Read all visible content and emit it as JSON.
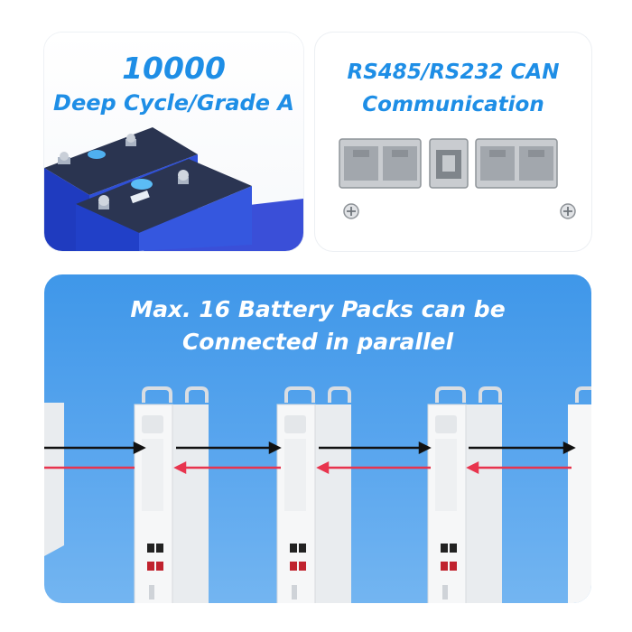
{
  "cells_card": {
    "line1": "10000",
    "line2": "Deep Cycle/Grade A"
  },
  "comm_card": {
    "line1": "RS485/RS232 CAN",
    "line2": "Communication"
  },
  "parallel_card": {
    "line1": "Max. 16 Battery Packs can be",
    "line2": "Connected in parallel"
  },
  "colors": {
    "title_blue": "#1e8ee6",
    "panel_blue": "#4a9ceb",
    "cable_black": "#111111",
    "cable_red": "#e8344e"
  }
}
